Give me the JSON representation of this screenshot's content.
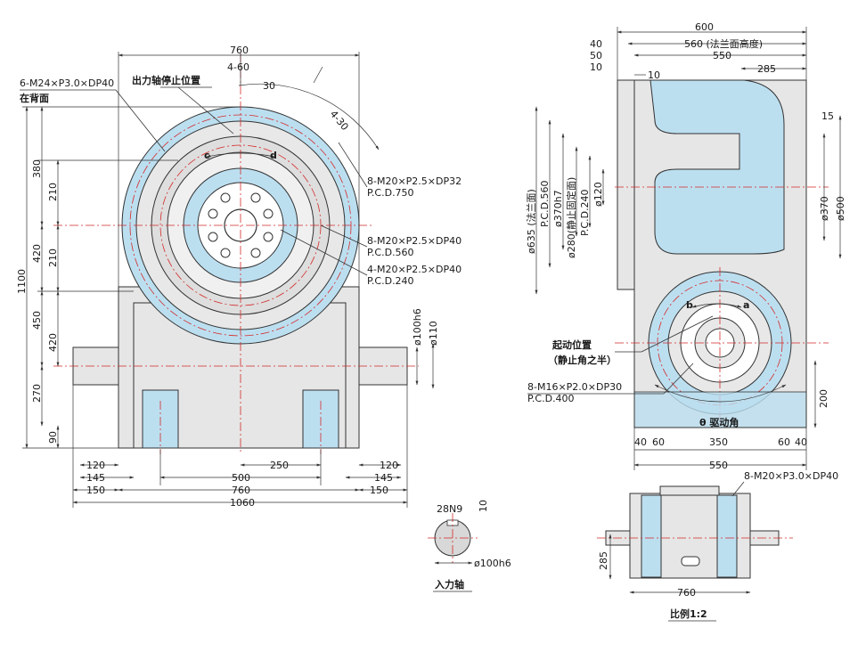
{
  "front_view": {
    "dims": {
      "top_width": "760",
      "arc_4_60": "4-60",
      "arc_30": "30",
      "arc_4_30": "4-30",
      "h380": "380",
      "h210a": "210",
      "h420a": "420",
      "h210b": "210",
      "h1100": "1100",
      "h450": "450",
      "h420b": "420",
      "h270": "270",
      "h90": "90",
      "w120l": "120",
      "w145l": "145",
      "w150l": "150",
      "w250": "250",
      "w500": "500",
      "w760b": "760",
      "w1060": "1060",
      "w120r": "120",
      "w145r": "145",
      "w150r": "150",
      "d100h6": "ø100h6",
      "d110": "ø110"
    },
    "notes": {
      "thread_back": "6-M24×P3.0×DP40",
      "back_side": "在背面",
      "stop_position": "出力轴停止位置",
      "c": "c",
      "d": "d",
      "m20_dp32": "8-M20×P2.5×DP32",
      "pcd750": "P.C.D.750",
      "m20_dp40": "8-M20×P2.5×DP40",
      "pcd560": "P.C.D.560",
      "m20_4": "4-M20×P2.5×DP40",
      "pcd240": "P.C.D.240"
    }
  },
  "side_view": {
    "dims": {
      "w600": "600",
      "w40": "40",
      "w50": "50",
      "w10a": "10",
      "w560": "560 (法兰面高度)",
      "w550": "550",
      "w10b": "10",
      "w285": "285",
      "w15": "15",
      "d635": "ø635 (法兰面)",
      "pcd560": "P.C.D.560",
      "d370h7": "ø370h7",
      "d280": "ø280(静止固定面)",
      "pcd240": "P.C.D.240",
      "d120": "ø120",
      "d370": "ø370",
      "d500": "ø500",
      "h200": "200",
      "b40l": "40",
      "b60l": "60",
      "b350": "350",
      "b60r": "60",
      "b40r": "40",
      "b550": "550"
    },
    "notes": {
      "a": "a",
      "b": "b",
      "start_pos": "起动位置",
      "start_pos2": "（静止角之半）",
      "m16": "8-M16×P2.0×DP30",
      "pcd400": "P.C.D.400",
      "drive_angle": "θ 驱动角"
    }
  },
  "shaft_detail": {
    "key": "28N9",
    "k10": "10",
    "dia": "ø100h6",
    "caption": "入力轴"
  },
  "bottom_view": {
    "thread": "8-M20×P3.0×DP40",
    "h285": "285",
    "w760": "760",
    "scale": "比例1:2"
  }
}
